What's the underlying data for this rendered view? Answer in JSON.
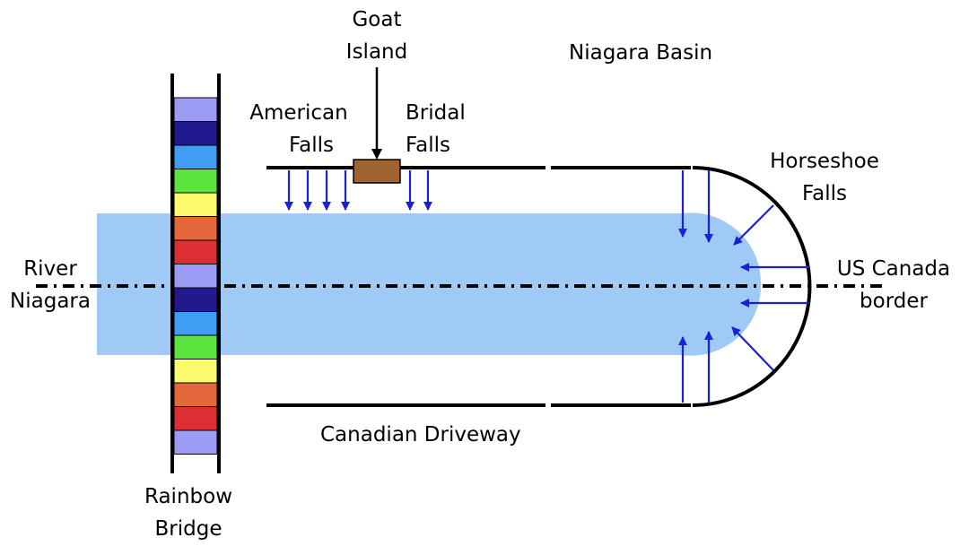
{
  "labels": {
    "goat_island": [
      "Goat",
      "Island"
    ],
    "niagara_basin": "Niagara Basin",
    "american_falls": [
      "American",
      "Falls"
    ],
    "bridal_falls": [
      "Bridal",
      "Falls"
    ],
    "horseshoe_falls": [
      "Horseshoe",
      "Falls"
    ],
    "river_niagara": [
      "River",
      "Niagara"
    ],
    "us_canada_border": [
      "US Canada",
      "border"
    ],
    "canadian_driveway": "Canadian Driveway",
    "rainbow_bridge": [
      "Rainbow",
      "Bridge"
    ]
  },
  "colors": {
    "river": "#9fcaf6",
    "goat_island": "#a0622f",
    "arrows": "#1a20d4",
    "lines": "#000000"
  },
  "bridge_segment_colors": [
    "#9c9cf6",
    "#23198e",
    "#3f9ef4",
    "#5ae63e",
    "#fbfb6d",
    "#e3683b",
    "#dc2f33",
    "#9c9cf6",
    "#23198e",
    "#3f9ef4",
    "#5ae63e",
    "#fbfb6d",
    "#e3683b",
    "#dc2f33",
    "#9c9cf6"
  ]
}
